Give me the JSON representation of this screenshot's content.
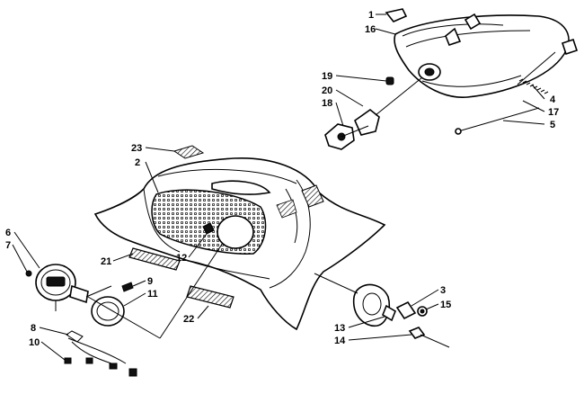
{
  "callouts": [
    {
      "id": "1",
      "text": "1"
    },
    {
      "id": "16",
      "text": "16"
    },
    {
      "id": "19",
      "text": "19"
    },
    {
      "id": "20",
      "text": "20"
    },
    {
      "id": "18",
      "text": "18"
    },
    {
      "id": "4",
      "text": "4"
    },
    {
      "id": "17",
      "text": "17"
    },
    {
      "id": "5",
      "text": "5"
    },
    {
      "id": "23",
      "text": "23"
    },
    {
      "id": "2",
      "text": "2"
    },
    {
      "id": "6",
      "text": "6"
    },
    {
      "id": "7",
      "text": "7"
    },
    {
      "id": "21",
      "text": "21"
    },
    {
      "id": "12",
      "text": "12"
    },
    {
      "id": "9",
      "text": "9"
    },
    {
      "id": "11",
      "text": "11"
    },
    {
      "id": "22",
      "text": "22"
    },
    {
      "id": "8",
      "text": "8"
    },
    {
      "id": "10",
      "text": "10"
    },
    {
      "id": "3",
      "text": "3"
    },
    {
      "id": "15",
      "text": "15"
    },
    {
      "id": "13",
      "text": "13"
    },
    {
      "id": "14",
      "text": "14"
    }
  ]
}
